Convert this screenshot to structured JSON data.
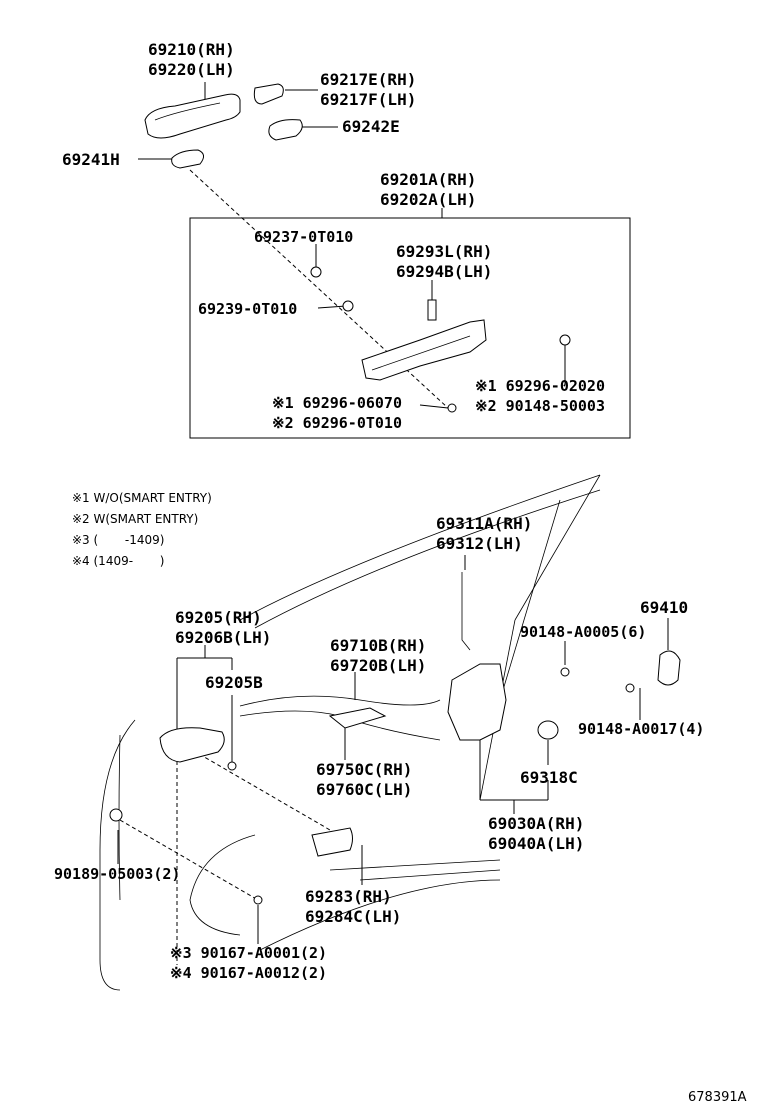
{
  "parts": {
    "p1": "69210(RH)\n69220(LH)",
    "p2": "69217E(RH)\n69217F(LH)",
    "p3": "69242E",
    "p4": "69241H",
    "p5": "69201A(RH)\n69202A(LH)",
    "p6": "69237-0T010",
    "p7": "69293L(RH)\n69294B(LH)",
    "p8": "69239-0T010",
    "p9": "※1 69296-02020\n※2 90148-50003",
    "p10": "※1 69296-06070\n※2 69296-0T010",
    "p11": "69311A(RH)\n69312(LH)",
    "p12": "69205(RH)\n69206B(LH)",
    "p13": "69710B(RH)\n69720B(LH)",
    "p14": "90148-A0005(6)",
    "p15": "69410",
    "p16": "69205B",
    "p17": "90148-A0017(4)",
    "p18": "69750C(RH)\n69760C(LH)",
    "p19": "69318C",
    "p20": "69030A(RH)\n69040A(LH)",
    "p21": "90189-05003(2)",
    "p22": "69283(RH)\n69284C(LH)",
    "p23": "※3 90167-A0001(2)\n※4 90167-A0012(2)"
  },
  "notes": {
    "n1": "※1 W/O(SMART ENTRY)",
    "n2": "※2 W(SMART ENTRY)",
    "n3": "※3 (       -1409)",
    "n4": "※4 (1409-       )"
  },
  "figure_code": "678391A"
}
